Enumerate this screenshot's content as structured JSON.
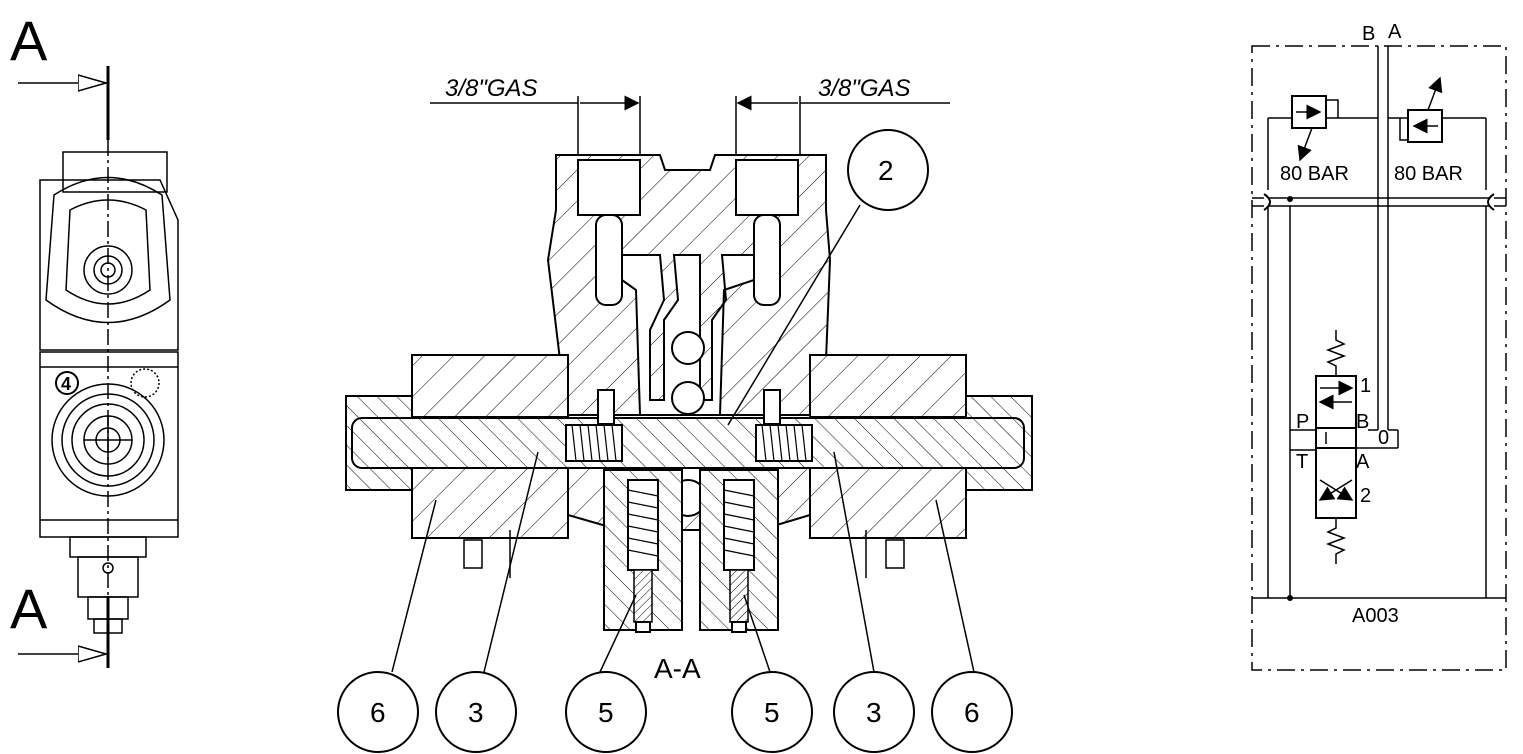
{
  "left_view": {
    "section_mark_top": "A",
    "section_mark_bottom": "A",
    "badge_number": "4"
  },
  "section_view": {
    "title": "A-A",
    "thread_left": "3/8\"GAS",
    "thread_right": "3/8\"GAS",
    "balloons": [
      "6",
      "3",
      "5",
      "5",
      "3",
      "6"
    ],
    "balloon_top": "2"
  },
  "schematic": {
    "port_b": "B",
    "port_a": "A",
    "relief_left": "80 BAR",
    "relief_right": "80 BAR",
    "pos_1": "1",
    "pos_2": "2",
    "pos_0": "0",
    "port_p": "P",
    "port_b_valve": "B",
    "port_t": "T",
    "port_a_valve": "A",
    "code": "A003"
  }
}
